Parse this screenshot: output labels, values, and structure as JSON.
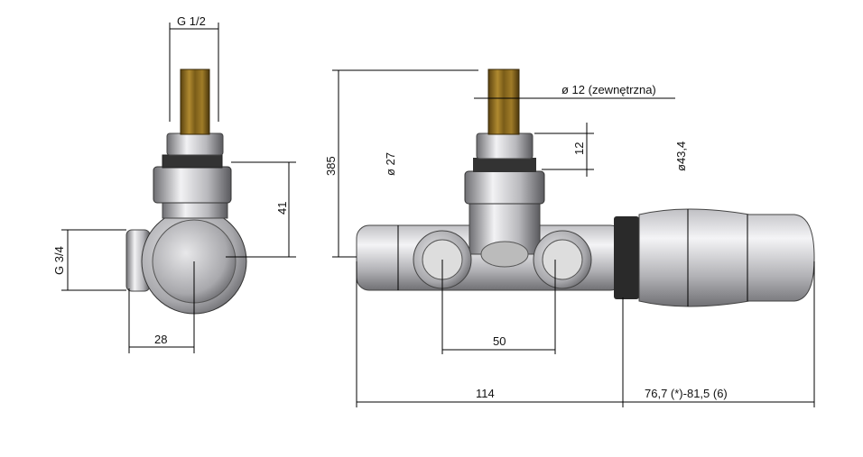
{
  "side_view": {
    "thread_top": "G 1/2",
    "height_41": "41",
    "thread_inlet": "G 3/4",
    "offset_28": "28"
  },
  "front_view": {
    "total_height": "385",
    "pipe_diameter": "ø 27",
    "stem_diameter": "ø 12 (zewnętrzna)",
    "stem_nut_height": "12",
    "head_diameter": "ø43,4",
    "port_spacing": "50",
    "body_length": "114",
    "head_length": "76,7 (*)-81,5 (6)"
  },
  "colors": {
    "brass": "#8a6a1c",
    "silver": "#c8c8cc",
    "dark": "#2a2a2a"
  }
}
